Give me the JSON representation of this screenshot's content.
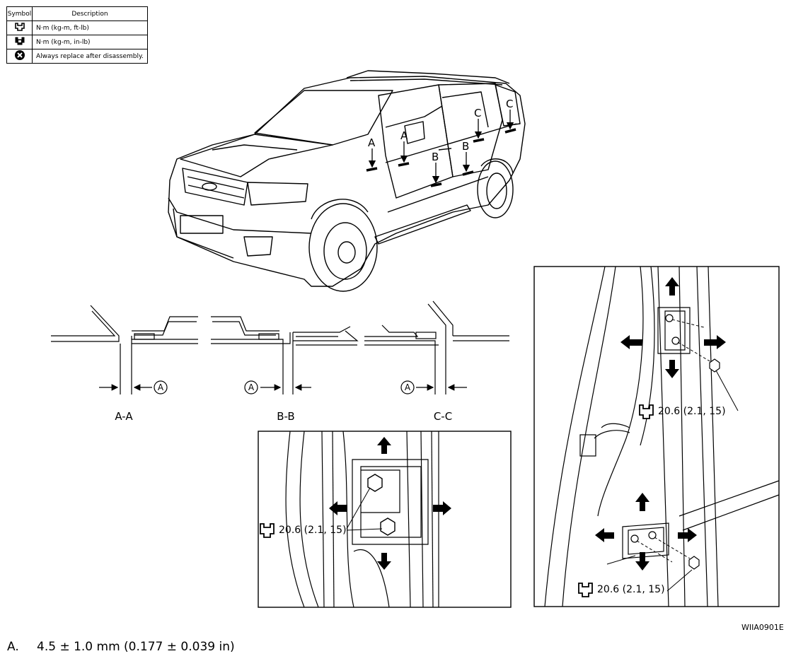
{
  "legend": {
    "header_symbol": "Symbol",
    "header_description": "Description",
    "rows": [
      {
        "icon": "torque-wrench-ft-lb-icon",
        "text": "N·m (kg-m, ft-lb)"
      },
      {
        "icon": "torque-wrench-in-lb-icon",
        "text": "N·m (kg-m, in-lb)"
      },
      {
        "icon": "always-replace-icon",
        "text": "Always replace after disassembly."
      }
    ]
  },
  "vehicle": {
    "callouts": [
      "A",
      "A",
      "B",
      "B",
      "C",
      "C"
    ]
  },
  "sections": [
    {
      "title": "A-A",
      "dim": "A"
    },
    {
      "title": "B-B",
      "dim": "A"
    },
    {
      "title": "C-C",
      "dim": "A"
    }
  ],
  "torque_spec": "20.6 (2.1, 15)",
  "figure_code": "WIIA0901E",
  "footnote": {
    "key": "A.",
    "text": "4.5 ± 1.0 mm (0.177 ± 0.039 in)"
  }
}
